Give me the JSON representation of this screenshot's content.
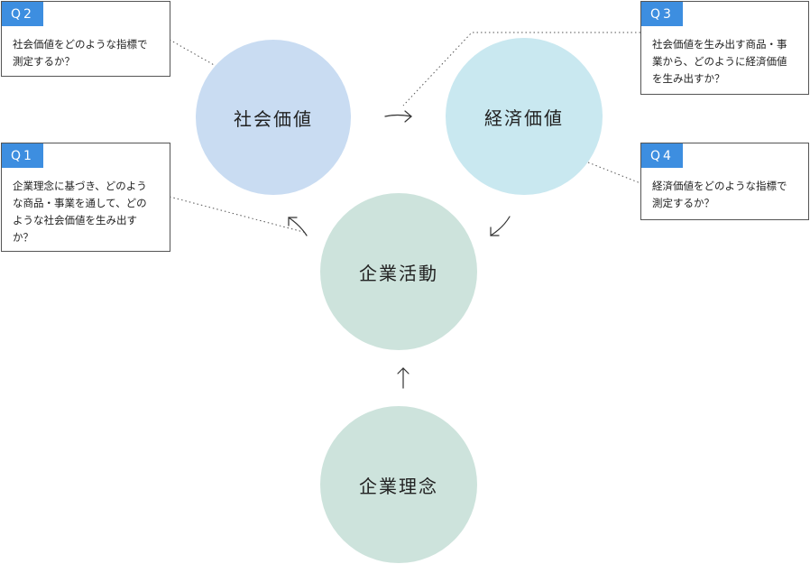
{
  "circles": {
    "social_value": "社会価値",
    "economic_value": "経済価値",
    "business_activity": "企業活動",
    "corporate_philosophy": "企業理念"
  },
  "questions": [
    {
      "label": "Q1",
      "lines": [
        "企業理念に基づき、どのよう",
        "な商品・事業を通して、どの",
        "ような社会価値を生み出す",
        "か？"
      ]
    },
    {
      "label": "Q2",
      "lines": [
        "社会価値をどのような指標で",
        "測定するか？"
      ]
    },
    {
      "label": "Q3",
      "lines": [
        "社会価値を生み出す商品・事",
        "業から、どのように経済価値",
        "を生み出すか？"
      ]
    },
    {
      "label": "Q4",
      "lines": [
        "経済価値をどのような指標で",
        "測定するか？"
      ]
    }
  ],
  "colors": {
    "badge": "#3d8ee0",
    "social": "#c9dcf2",
    "economic": "#c9e8f0",
    "green": "#cde3dc"
  }
}
